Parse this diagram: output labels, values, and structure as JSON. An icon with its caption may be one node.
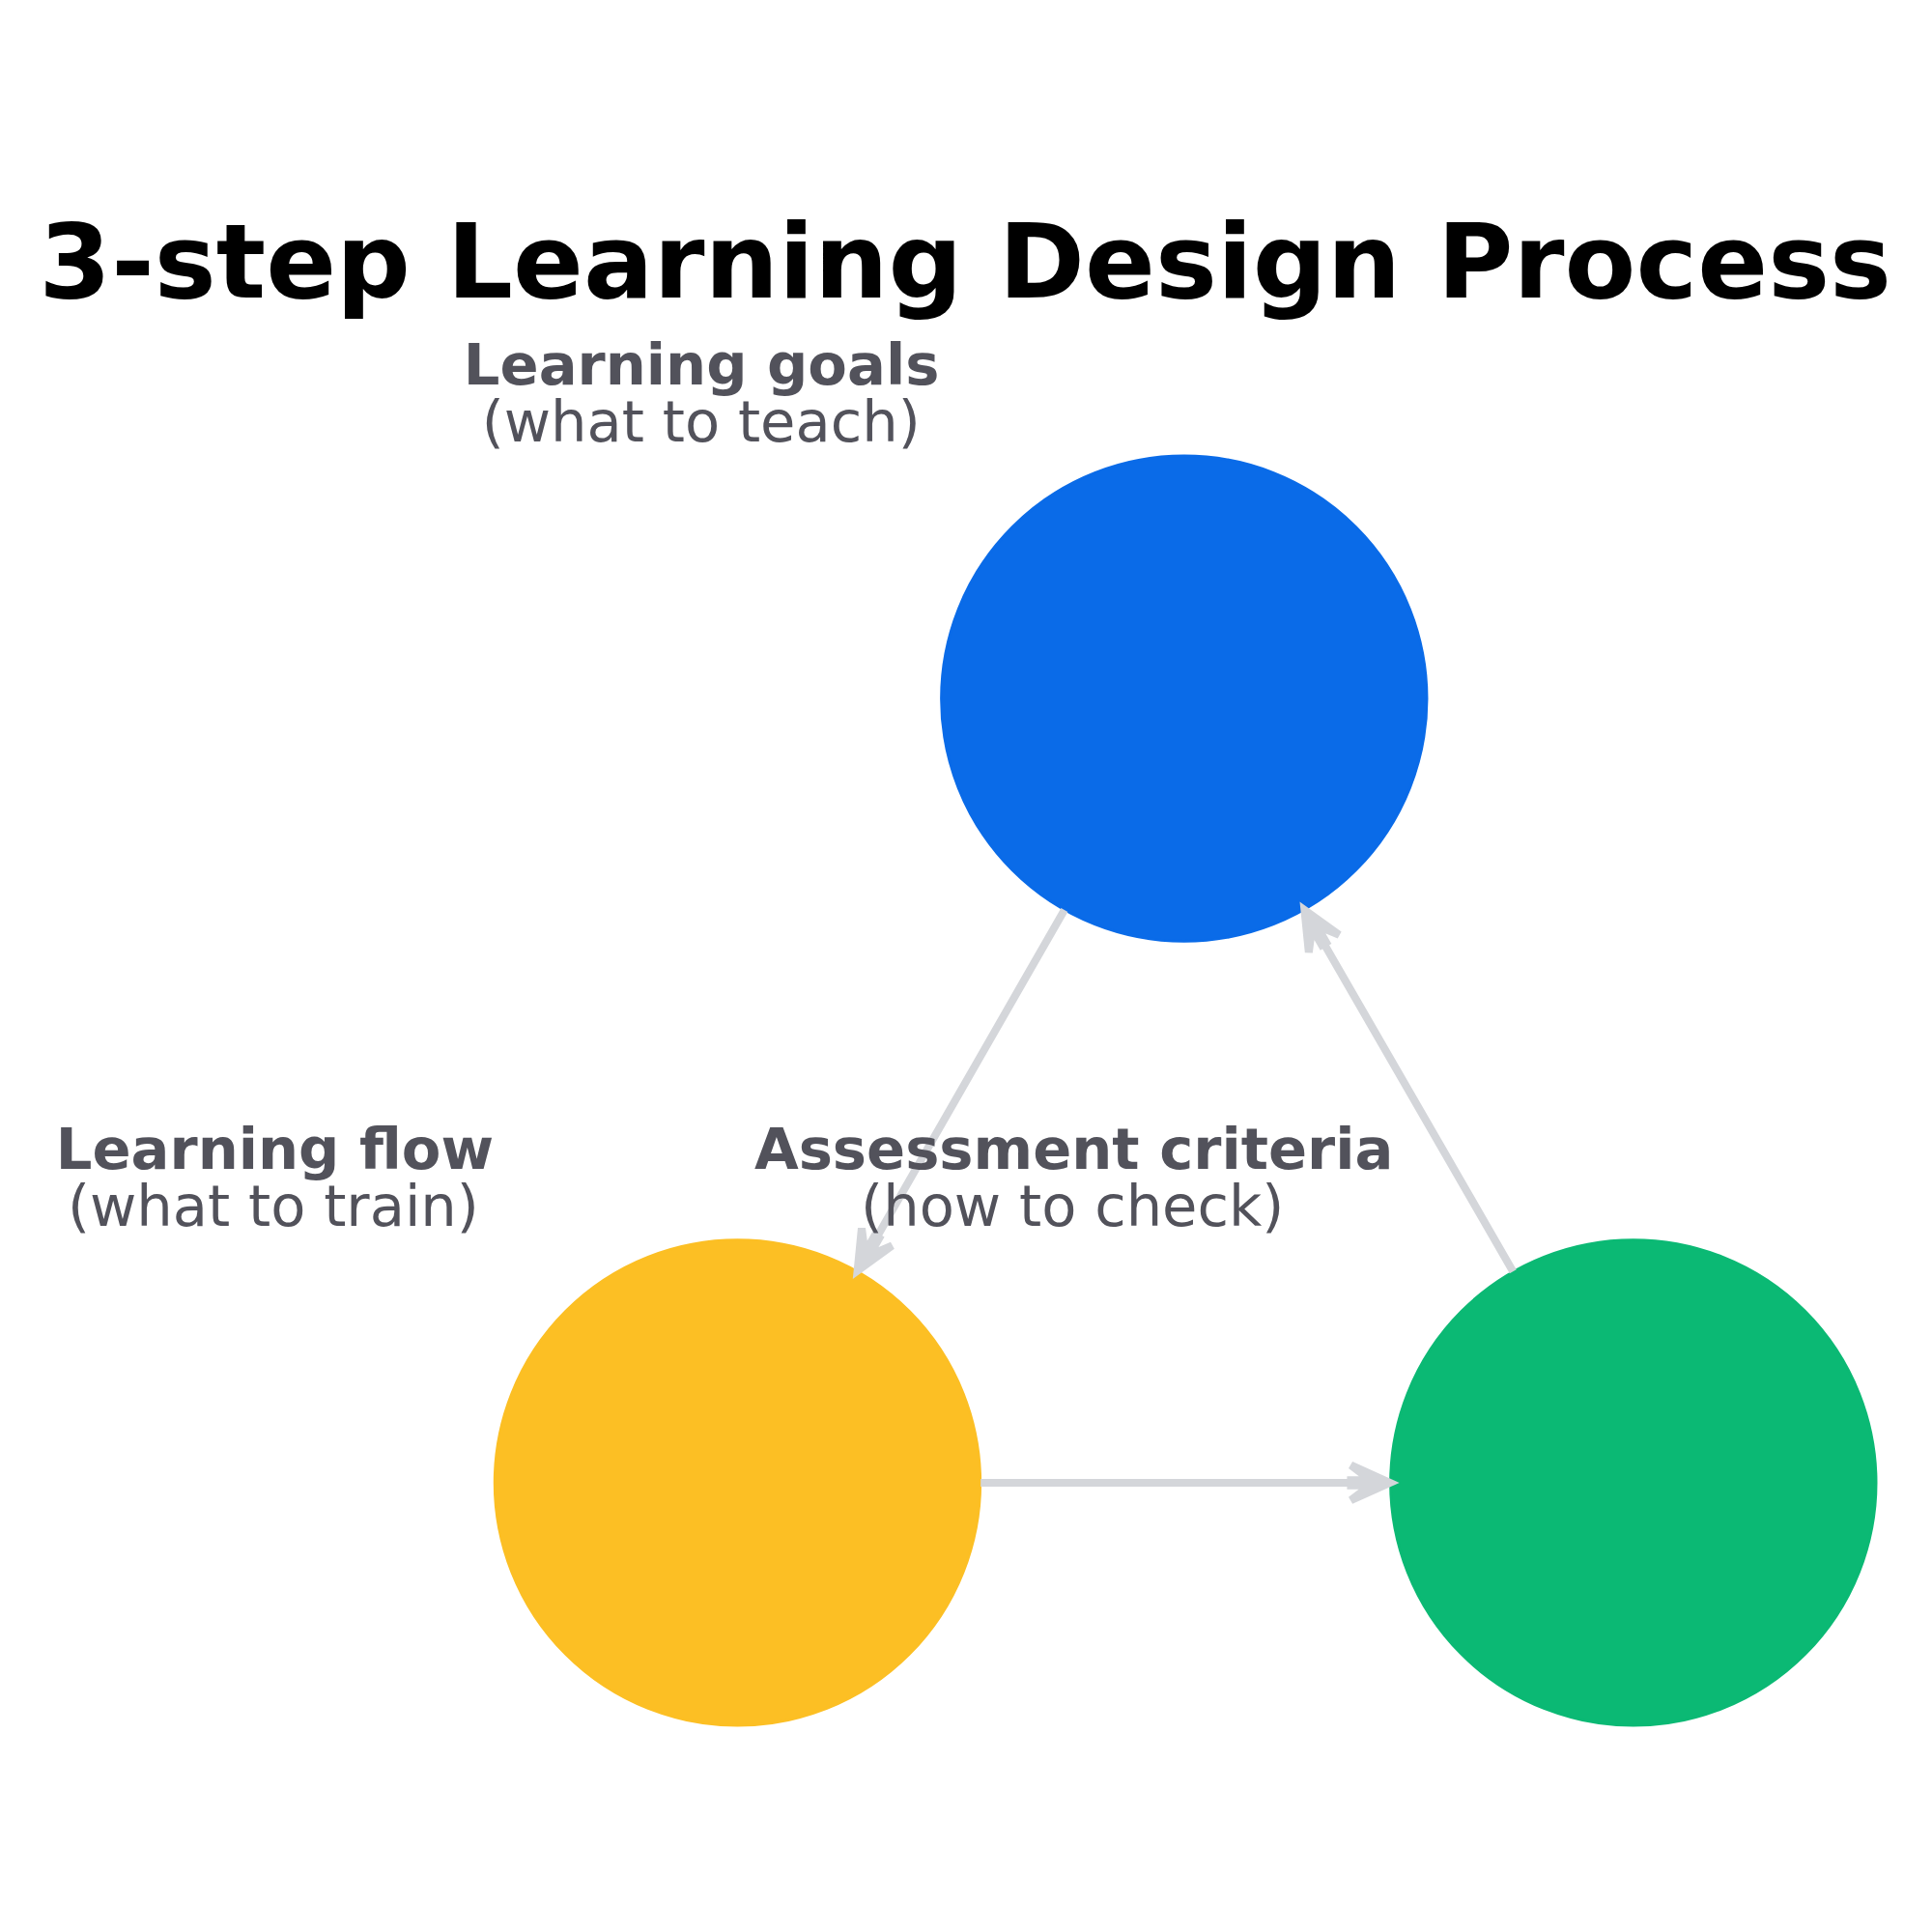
{
  "diagram": {
    "title": "3-step Learning Design Process",
    "nodes": [
      {
        "text": [
          "Learning goals",
          "(what to teach)"
        ]
      },
      {
        "text": [
          "Learning flow",
          "(what to train)"
        ]
      },
      {
        "text": [
          "Assessment criteria",
          "(how to check)"
        ]
      }
    ],
    "edges": [
      {
        "from": 0,
        "to": 1,
        "arrow": "to"
      },
      {
        "from": 1,
        "to": 2,
        "arrow": "to"
      },
      {
        "from": 2,
        "to": 0,
        "arrow": "to"
      }
    ]
  }
}
